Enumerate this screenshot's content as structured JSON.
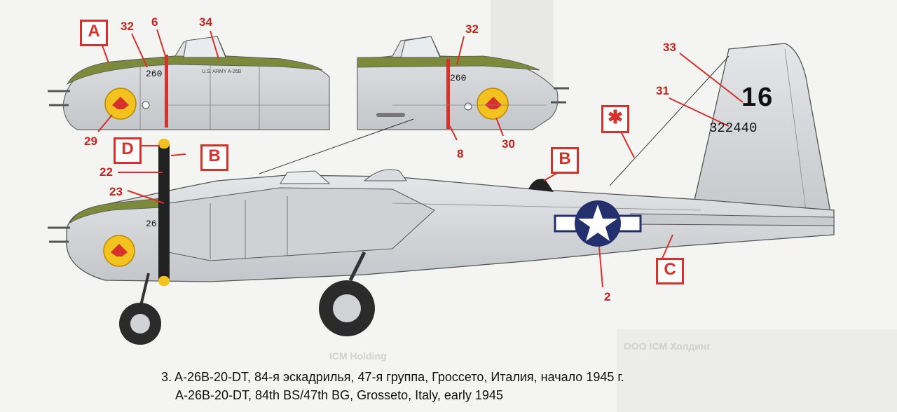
{
  "callouts": {
    "A": "A",
    "B_nose": "B",
    "B_turret": "B",
    "C": "C",
    "D": "D",
    "asterisk": "✱"
  },
  "numbers": {
    "n32_left": "32",
    "n6": "6",
    "n34": "34",
    "n29": "29",
    "n32_right": "32",
    "n8": "8",
    "n30": "30",
    "n33": "33",
    "n31": "31",
    "n22": "22",
    "n23": "23",
    "n2": "2"
  },
  "markings": {
    "serial_left": "260",
    "serial_right": "260",
    "serial_side": "26",
    "tail_code": "16",
    "tail_serial": "322440"
  },
  "caption": {
    "line_ru": "3. A-26B-20-DT, 84-я эскадрилья, 47-я группа, Гроссето, Италия, начало 1945 г.",
    "line_en": "A-26B-20-DT, 84th BS/47th BG, Grosseto, Italy, early 1945"
  },
  "background_text": {
    "ghost_1": "ICM Holding",
    "ghost_2": "ООО ICM Холдинг"
  },
  "colors": {
    "callout_red": "#d6312b",
    "aircraft_grey": "#d3d5d8",
    "olive_antiglare": "#7d8a3c",
    "insignia_blue": "#24306e"
  }
}
